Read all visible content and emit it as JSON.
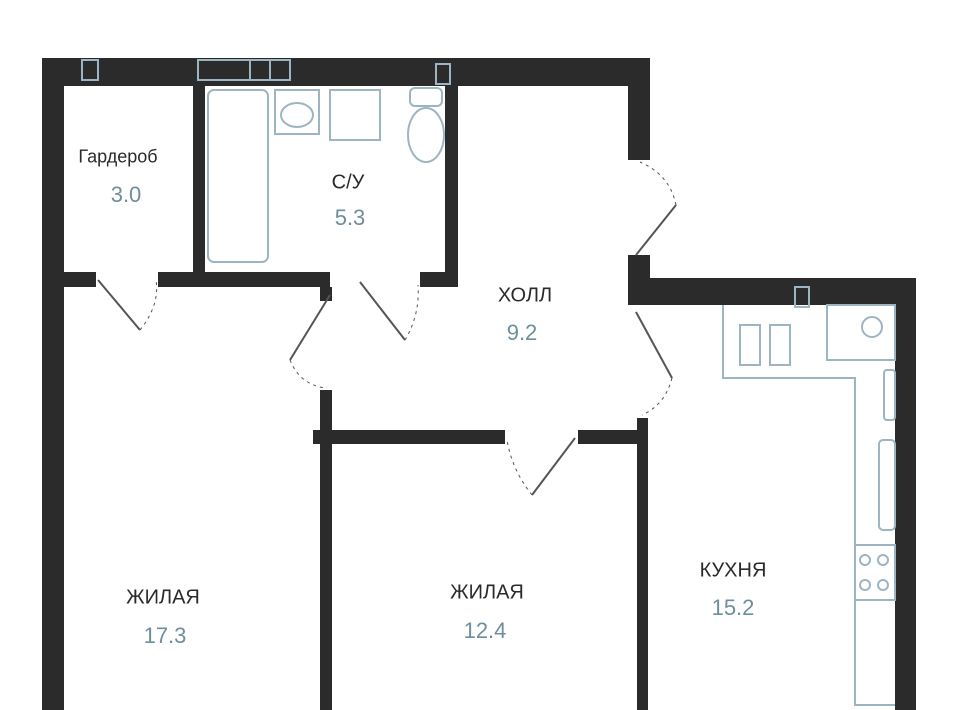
{
  "colors": {
    "wall": "#2b2b2b",
    "fixture": "#9db5c2",
    "area_text": "#6e8e9e"
  },
  "rooms": [
    {
      "name": "Гардероб",
      "area": "3.0"
    },
    {
      "name": "С/У",
      "area": "5.3"
    },
    {
      "name": "ХОЛЛ",
      "area": "9.2"
    },
    {
      "name": "ЖИЛАЯ",
      "area": "17.3"
    },
    {
      "name": "ЖИЛАЯ",
      "area": "12.4"
    },
    {
      "name": "КУХНЯ",
      "area": "15.2"
    }
  ]
}
